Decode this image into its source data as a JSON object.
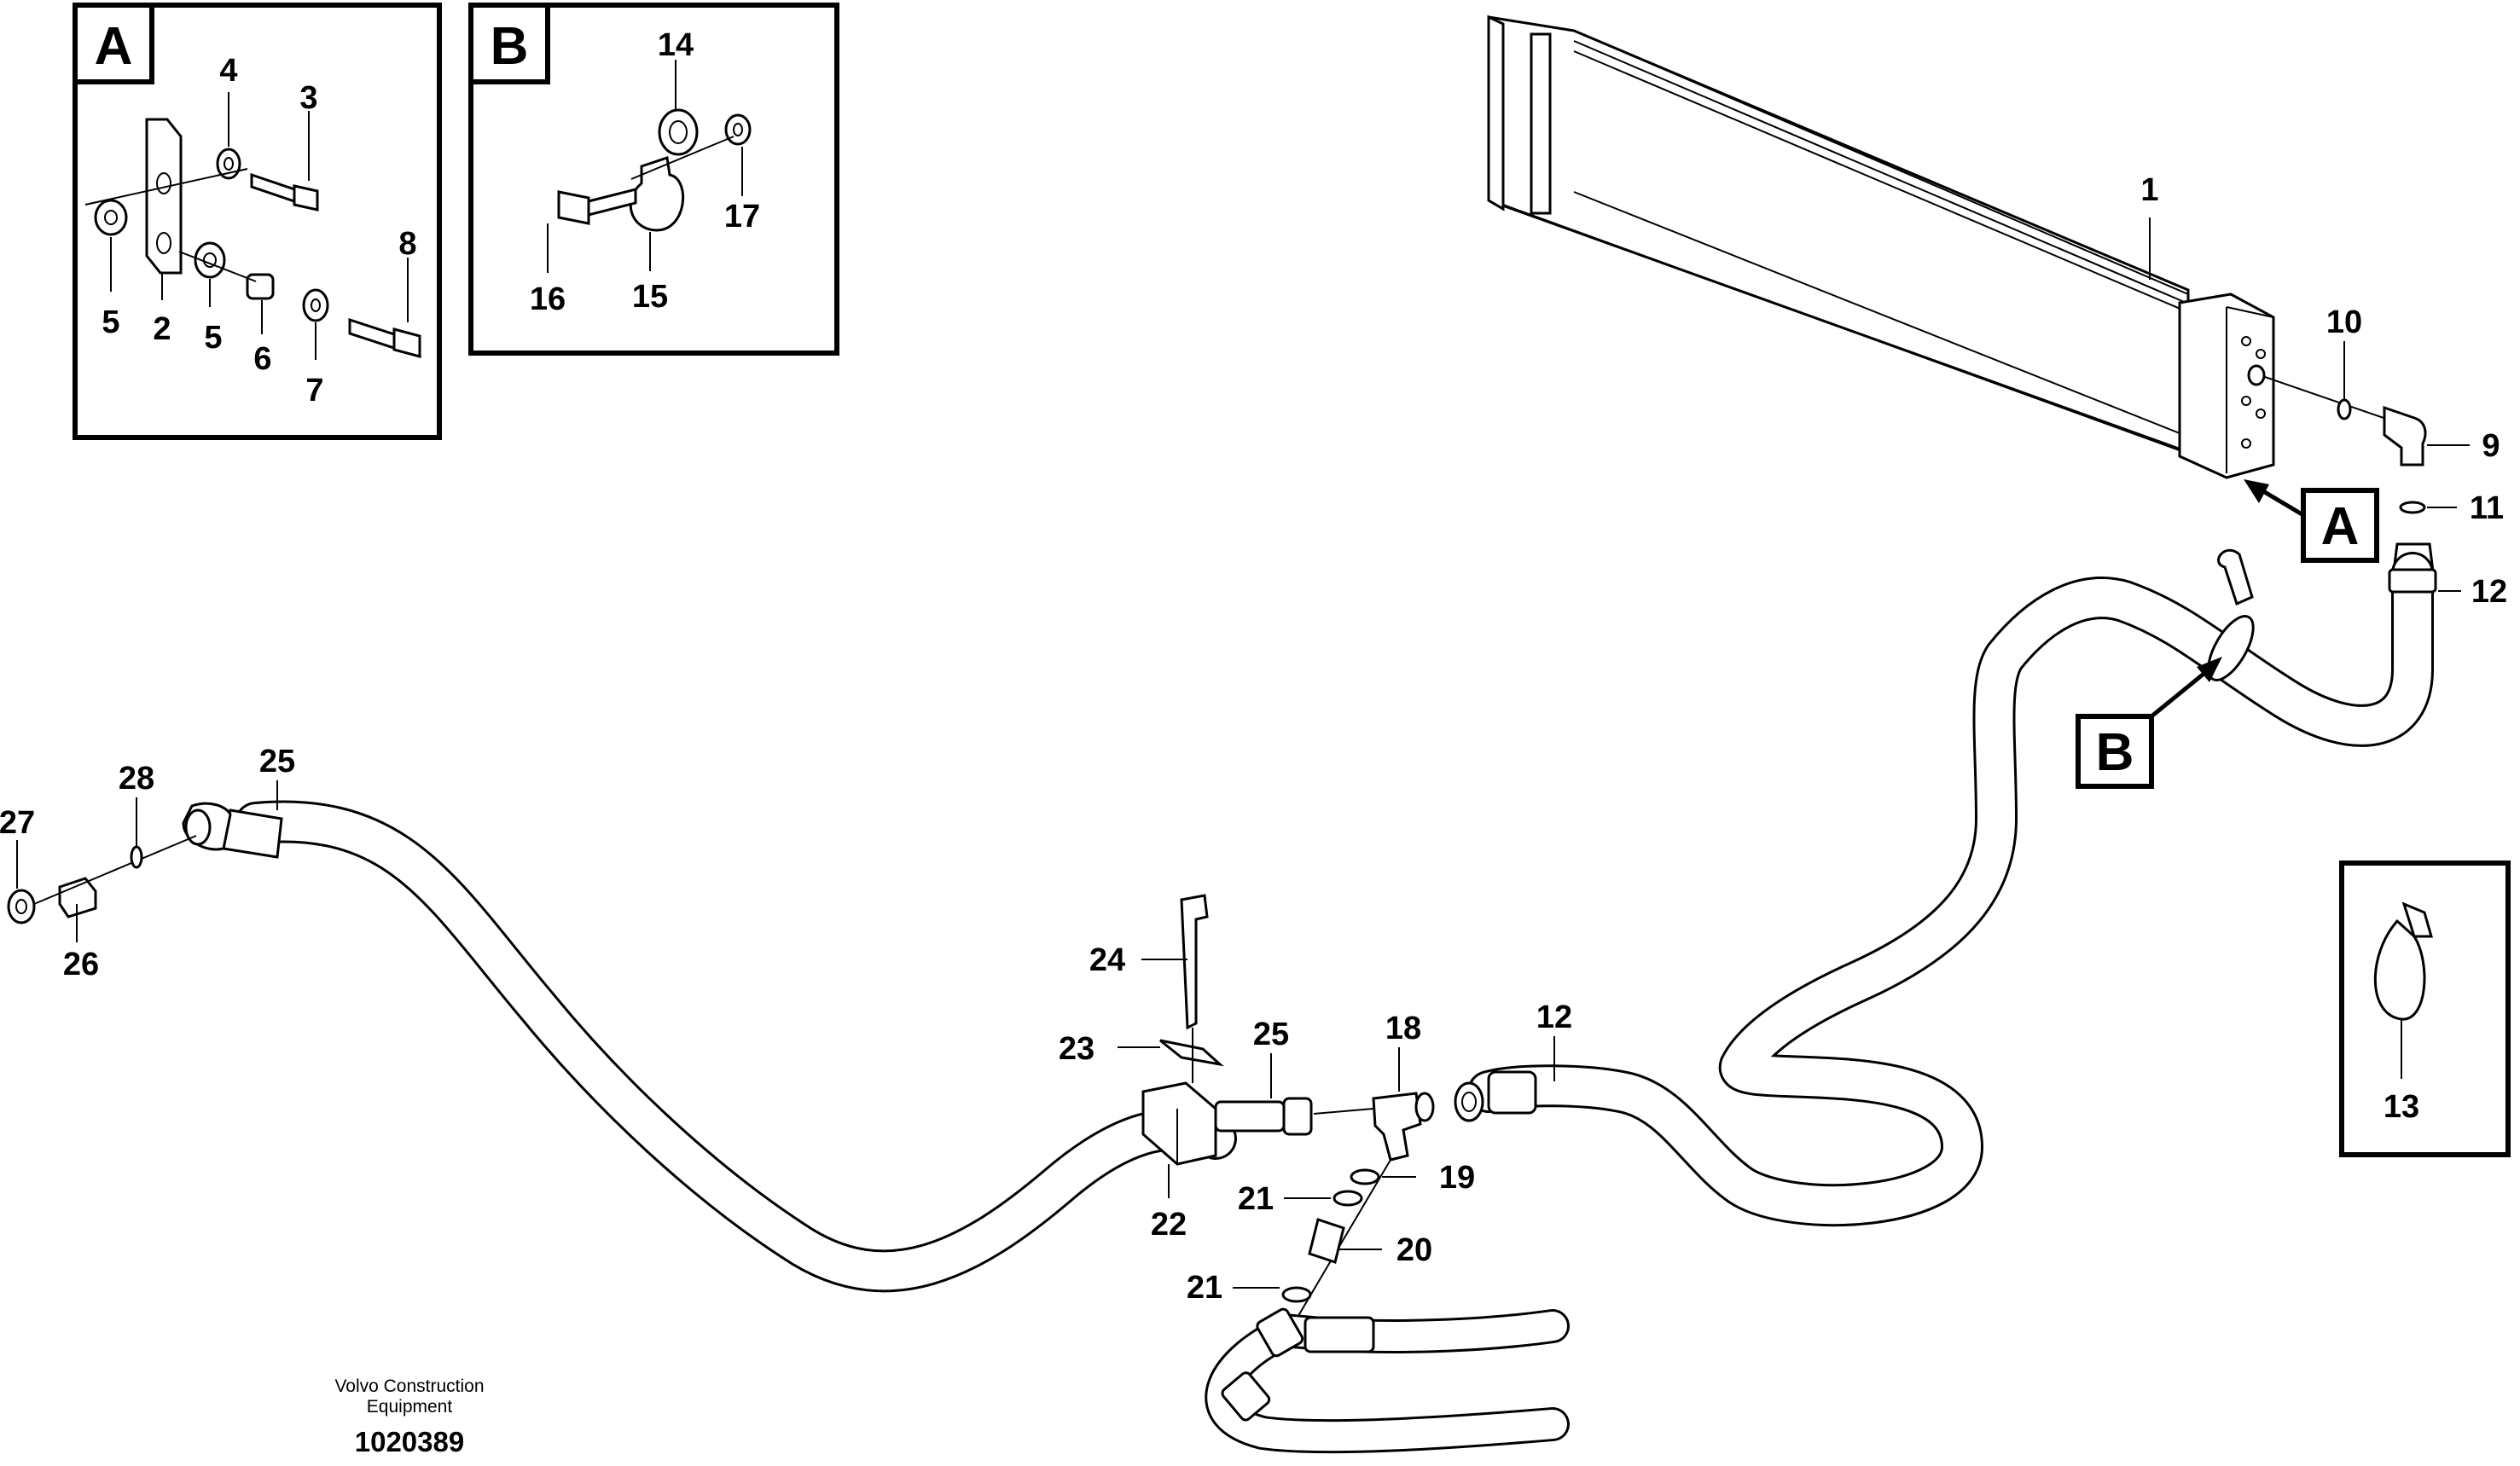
{
  "inset_a": {
    "letter": "A",
    "labels": {
      "l2": "2",
      "l3": "3",
      "l4": "4",
      "l5a": "5",
      "l5b": "5",
      "l6": "6",
      "l7": "7",
      "l8": "8"
    }
  },
  "inset_b": {
    "letter": "B",
    "labels": {
      "l14": "14",
      "l15": "15",
      "l16": "16",
      "l17": "17"
    }
  },
  "inset_13": {
    "label": "13"
  },
  "callouts": {
    "a": "A",
    "b": "B"
  },
  "labels": {
    "l1": "1",
    "l9": "9",
    "l10": "10",
    "l11": "11",
    "l12a": "12",
    "l12b": "12",
    "l18": "18",
    "l19": "19",
    "l20": "20",
    "l21a": "21",
    "l21b": "21",
    "l22": "22",
    "l23": "23",
    "l24": "24",
    "l25a": "25",
    "l25b": "25",
    "l26": "26",
    "l27": "27",
    "l28": "28"
  },
  "footer": {
    "company_line1": "Volvo Construction",
    "company_line2": "Equipment",
    "drawing_number": "1020389"
  }
}
